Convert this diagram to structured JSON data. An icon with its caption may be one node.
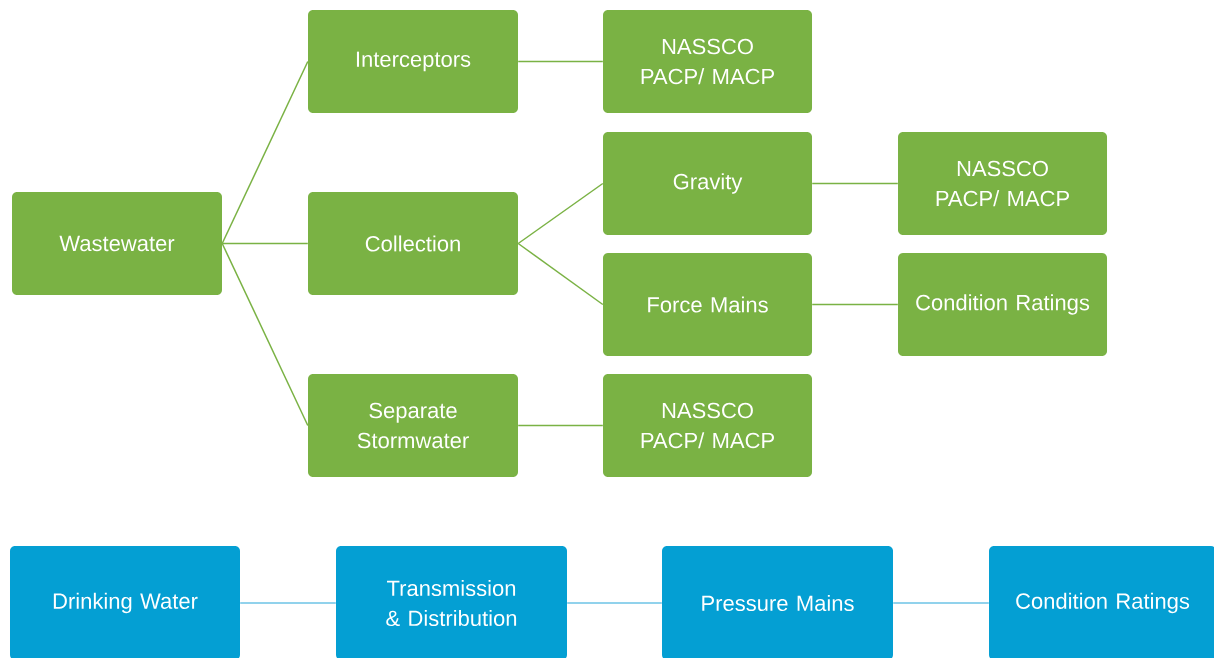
{
  "diagram": {
    "nodes": [
      {
        "text": [
          "Wastewater"
        ]
      },
      {
        "text": [
          "Interceptors"
        ]
      },
      {
        "text": [
          "Collection"
        ]
      },
      {
        "text": [
          "Separate Stormwater"
        ]
      },
      {
        "text": [
          "NASSCO PACP/ MACP"
        ]
      },
      {
        "text": [
          "Gravity"
        ]
      },
      {
        "text": [
          "Force Mains"
        ]
      },
      {
        "text": [
          "NASSCO PACP/ MACP"
        ]
      },
      {
        "text": [
          "Condition Ratings"
        ]
      },
      {
        "text": [
          "NASSCO PACP/ MACP"
        ]
      },
      {
        "text": [
          "Drinking Water"
        ]
      },
      {
        "text": [
          "Transmission & Distribution"
        ]
      },
      {
        "text": [
          "Pressure Mains"
        ]
      },
      {
        "text": [
          "Condition Ratings"
        ]
      }
    ],
    "edges": [
      {
        "from": 0,
        "to": 1,
        "arrow": "none"
      },
      {
        "from": 0,
        "to": 2,
        "arrow": "none"
      },
      {
        "from": 0,
        "to": 3,
        "arrow": "none"
      },
      {
        "from": 1,
        "to": 4,
        "arrow": "none"
      },
      {
        "from": 2,
        "to": 5,
        "arrow": "none"
      },
      {
        "from": 2,
        "to": 6,
        "arrow": "none"
      },
      {
        "from": 5,
        "to": 7,
        "arrow": "none"
      },
      {
        "from": 6,
        "to": 8,
        "arrow": "none"
      },
      {
        "from": 3,
        "to": 9,
        "arrow": "none"
      },
      {
        "from": 10,
        "to": 11,
        "arrow": "none",
        "color": "#6cc3e6"
      },
      {
        "from": 11,
        "to": 12,
        "arrow": "none",
        "color": "#6cc3e6"
      },
      {
        "from": 12,
        "to": 13,
        "arrow": "none",
        "color": "#6cc3e6"
      }
    ]
  }
}
